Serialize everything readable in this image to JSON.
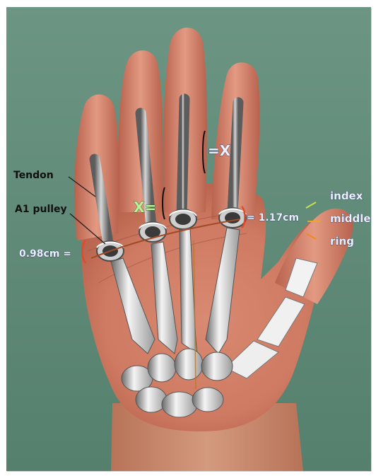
{
  "labels": {
    "tendon": "Tendon",
    "a1_pulley": "A1 pulley",
    "measure_left": "0.98cm =",
    "measure_right": "= 1.17cm",
    "x_top": "=X",
    "x_mid": "X="
  },
  "legend": {
    "items": [
      {
        "label": "index",
        "color": "#c8e04a"
      },
      {
        "label": "middle",
        "color": "#e9a826"
      },
      {
        "label": "ring",
        "color": "#f08a1a"
      }
    ]
  },
  "colors": {
    "background": "#5f8b78",
    "skin": "#d98a70",
    "bone": "#e8e8e8",
    "tendon_rod": "#9a9a9a",
    "bracket_red": "#e04a2a",
    "line_brown": "#a0502a"
  }
}
